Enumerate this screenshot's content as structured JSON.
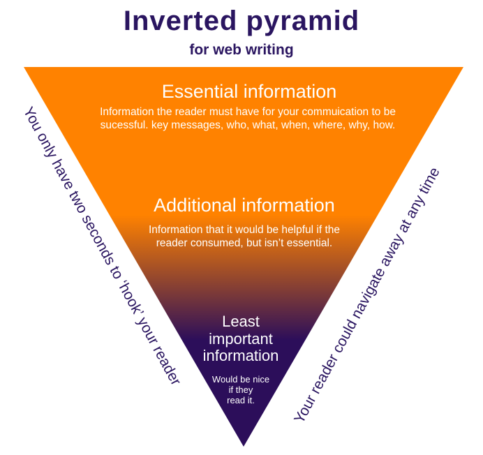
{
  "title": "Inverted  pyramid",
  "subtitle": "for web writing",
  "colors": {
    "top": "#ff8200",
    "bottom": "#2c0e5a",
    "text_dark": "#2a1560",
    "text_light": "#ffffff"
  },
  "levels": {
    "essential": {
      "heading": "Essential  information",
      "body": "Information the reader must have for your commuication to be\nsucessful. key messages, who, what, when, where, why, how."
    },
    "additional": {
      "heading": "Additional  information",
      "body": "Information that it would be helpful if the\nreader consumed, but isn’t essential."
    },
    "least": {
      "heading": "Least\nimportant\ninformation",
      "body": "Would be nice\nif they\nread it."
    }
  },
  "side_notes": {
    "left": "You only have two seconds to ‘hook’ your reader",
    "right": "Your reader could navigate away at any time"
  }
}
